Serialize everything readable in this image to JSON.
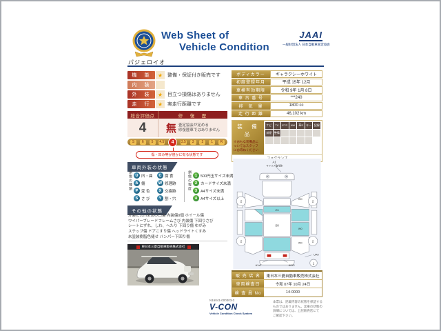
{
  "header": {
    "title_line1": "Web Sheet of",
    "title_line2": "Vehicle Condition",
    "org_logo": "JAAI",
    "org_name": "一般財団法人 日本自動車査定協会",
    "vehicle_name": "パジェロイオ"
  },
  "summary": {
    "rows": [
      {
        "label": "機　能",
        "star": "★",
        "text": "整備・保証付き販売です"
      },
      {
        "label": "内　装",
        "star": "",
        "text": ""
      },
      {
        "label": "外　装",
        "star": "★",
        "text": "目立つ損傷はありません"
      },
      {
        "label": "走　行",
        "star": "★",
        "text": "実走行距離です"
      }
    ]
  },
  "evaluation": {
    "score_header": "総合評価点",
    "history_header": "修　復　歴",
    "score": "4",
    "history_mark": "無",
    "history_note_line1": "査定協会が定める",
    "history_note_line2": "修復歴車ではありません",
    "scale": [
      "S",
      "6",
      "5",
      "4.5",
      "4",
      "3.5",
      "3",
      "2",
      "1",
      "R"
    ],
    "scale_active": "4",
    "scale_note": "傷・凹み等が僅かに有る状態です"
  },
  "vehicle_info": {
    "rows": [
      {
        "label": "ボディカラー",
        "value": "ギャラクシーホワイト"
      },
      {
        "label": "初度登録年月",
        "value": "平成 15年 12月"
      },
      {
        "label": "車検有効期限",
        "value": "令和 9年 1月 8日"
      },
      {
        "label": "車 台 番 号",
        "value": "***240"
      },
      {
        "label": "排　気　量",
        "value": "1800 cc"
      },
      {
        "label": "走 行 距 離",
        "value": "46,102 km"
      }
    ]
  },
  "equipment": {
    "title": "装　備　品",
    "note_line1": "※おもな装備品に",
    "note_line2": "ついてはスタッフ",
    "note_line3": "にお尋ねください",
    "badges_row1": [
      "ナビ",
      "TV",
      "ETC",
      "AW",
      "革S",
      "キー",
      "記録"
    ],
    "badges_row2": [
      "禁煙",
      "整備"
    ],
    "caption": "フォグランプ"
  },
  "exterior": {
    "section_title": "車両外装の状態",
    "type_label": "損傷の種類",
    "types": [
      {
        "code": "U",
        "label": "凹・曲"
      },
      {
        "code": "C",
        "label": "腐 食"
      },
      {
        "code": "A",
        "label": "傷"
      },
      {
        "code": "W",
        "label": "修理跡"
      },
      {
        "code": "P",
        "label": "変 色"
      },
      {
        "code": "X",
        "label": "交換跡"
      },
      {
        "code": "S",
        "label": "さ び"
      },
      {
        "code": "Y",
        "label": "割・穴"
      }
    ],
    "degree_label": "損傷の程度",
    "degrees": [
      {
        "code": "1",
        "label": "500円玉サイズ未満"
      },
      {
        "code": "2",
        "label": "カードサイズ未満"
      },
      {
        "code": "3",
        "label": "A4サイズ未満"
      },
      {
        "code": "4",
        "label": "A4サイズ以上"
      }
    ]
  },
  "other": {
    "section_title": "その他の状態",
    "lines": [
      "外装に1cm未満の凹傷 内装傷9個 ホイール傷",
      "ワイパーブレードフレームさび 内装傷 下回りさび",
      "シートにずれ、しわ、へたり 下回り傷 ゆがみ",
      "ステップ傷 ドアこすり傷 ヘッドライトくすみ",
      "未塗装樹脂色褪せ バンパー下回り傷"
    ]
  },
  "photo": {
    "caption": "東日本三菱自動車販売株式会社"
  },
  "diagram": {
    "annotation_code": "A1",
    "annotation_text": "キャリア取付跡",
    "wheel_grade": "2",
    "labels": {
      "roof_front": "A1",
      "roof": "S0",
      "right1": "W0",
      "right2": "W0",
      "right3": "W0",
      "rear": "UA0",
      "bottom_left": "A1x2",
      "bottom_right": "A0x3",
      "corner": "1"
    }
  },
  "dealer": {
    "rows": [
      {
        "label": "販 売 店 名",
        "value": "東日本三菱自動車販売株式会社"
      },
      {
        "label": "車両検査日",
        "value": "令和 07年 10月 24日"
      },
      {
        "label": "検 査 員 No",
        "value": "14-0000"
      }
    ]
  },
  "footer": {
    "doc_number": "N16041-000303-3",
    "vcon_logo": "V-CON",
    "vcon_sub": "Vehicle Condition Check System",
    "disclaimer_line1": "本票は、記載内容の状態を保証する",
    "disclaimer_line2": "ものではありません。実車の状態の",
    "disclaimer_line3": "詳細については、上記販売店にて",
    "disclaimer_line4": "ご確認下さい。"
  },
  "colors": {
    "header_blue": "#1b4e96",
    "label_red": "#a93226",
    "gold": "#b8943f",
    "scale_red": "#d5281c",
    "highlight_cyan": "#8fd9df"
  }
}
